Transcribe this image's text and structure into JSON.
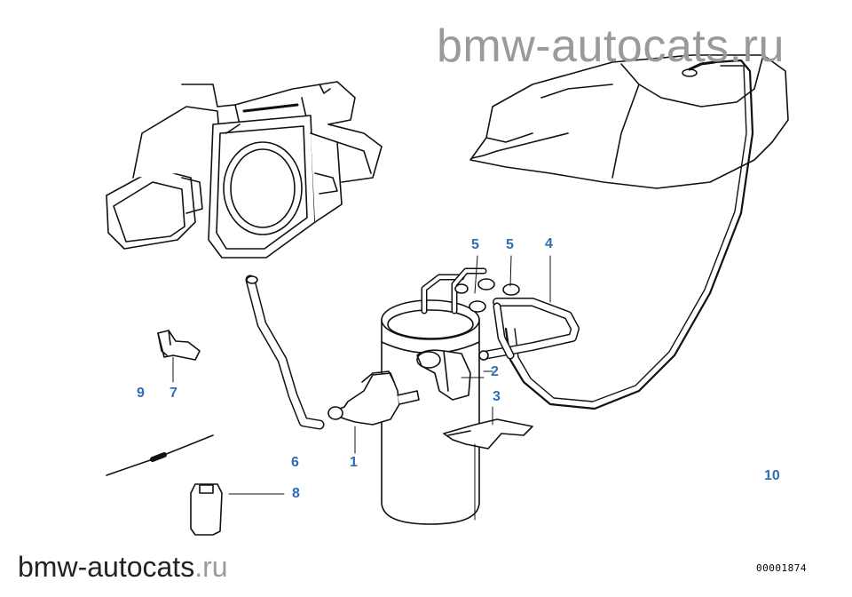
{
  "watermark": {
    "top_text": "bmw-autocats.ru",
    "bottom_main": "bmw-autocats",
    "bottom_tld": ".ru"
  },
  "diagram_code": "00001874",
  "callouts": [
    {
      "id": "1",
      "label": "1"
    },
    {
      "id": "2",
      "label": "2"
    },
    {
      "id": "3",
      "label": "3"
    },
    {
      "id": "4",
      "label": "4"
    },
    {
      "id": "5a",
      "label": "5"
    },
    {
      "id": "5b",
      "label": "5"
    },
    {
      "id": "6",
      "label": "6"
    },
    {
      "id": "7",
      "label": "7"
    },
    {
      "id": "8",
      "label": "8"
    },
    {
      "id": "9",
      "label": "9"
    },
    {
      "id": "10",
      "label": "10"
    }
  ],
  "colors": {
    "callout": "#2e6db4",
    "line_art": "#111111",
    "watermark": "#9a9a9a"
  }
}
